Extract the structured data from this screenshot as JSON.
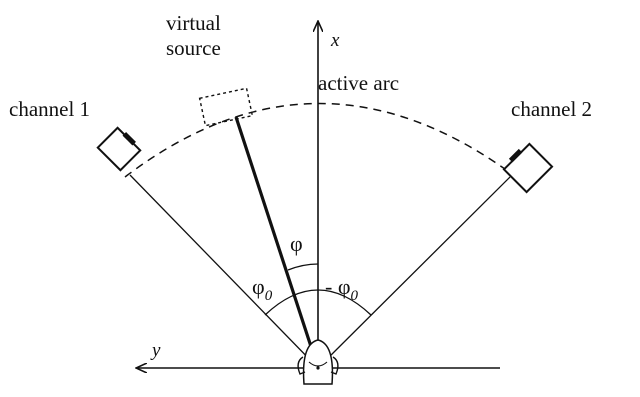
{
  "labels": {
    "virtual_source_line1": "virtual",
    "virtual_source_line2": "source",
    "active_arc": "active arc",
    "channel_1": "channel 1",
    "channel_2": "channel 2",
    "x_axis": "x",
    "y_axis": "y",
    "phi": "φ",
    "phi0_symbol": "φ",
    "phi0_subscript": "0",
    "neg_phi0_symbol": "- φ",
    "neg_phi0_subscript": "0"
  }
}
